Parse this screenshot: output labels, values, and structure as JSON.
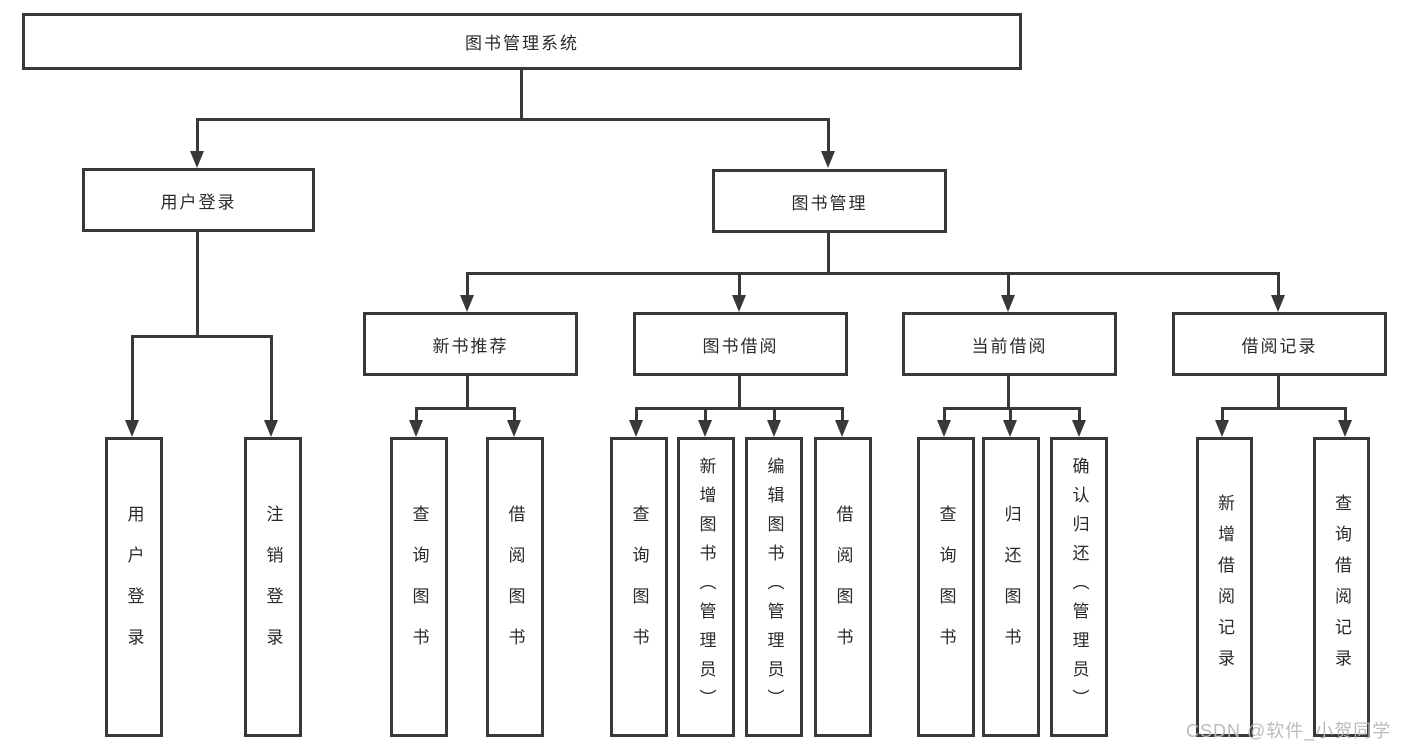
{
  "tree": {
    "root": {
      "label": "图书管理系统",
      "children": [
        {
          "label": "用户登录",
          "children": [
            {
              "label": "用户登录"
            },
            {
              "label": "注销登录"
            }
          ]
        },
        {
          "label": "图书管理",
          "children": [
            {
              "label": "新书推荐",
              "children": [
                {
                  "label": "查询图书"
                },
                {
                  "label": "借阅图书"
                }
              ]
            },
            {
              "label": "图书借阅",
              "children": [
                {
                  "label": "查询图书"
                },
                {
                  "label": "新增图书（管理员）"
                },
                {
                  "label": "编辑图书（管理员）"
                },
                {
                  "label": "借阅图书"
                }
              ]
            },
            {
              "label": "当前借阅",
              "children": [
                {
                  "label": "查询图书"
                },
                {
                  "label": "归还图书"
                },
                {
                  "label": "确认归还（管理员）"
                }
              ]
            },
            {
              "label": "借阅记录",
              "children": [
                {
                  "label": "新增借阅记录"
                },
                {
                  "label": "查询借阅记录"
                }
              ]
            }
          ]
        }
      ]
    }
  },
  "watermark": {
    "text": "CSDN @软件_小贺同学"
  },
  "colors": {
    "line": "#383838",
    "box_border": "#383838",
    "text": "#2a2a2a",
    "background": "#ffffff",
    "watermark": "#b8b8b8"
  }
}
